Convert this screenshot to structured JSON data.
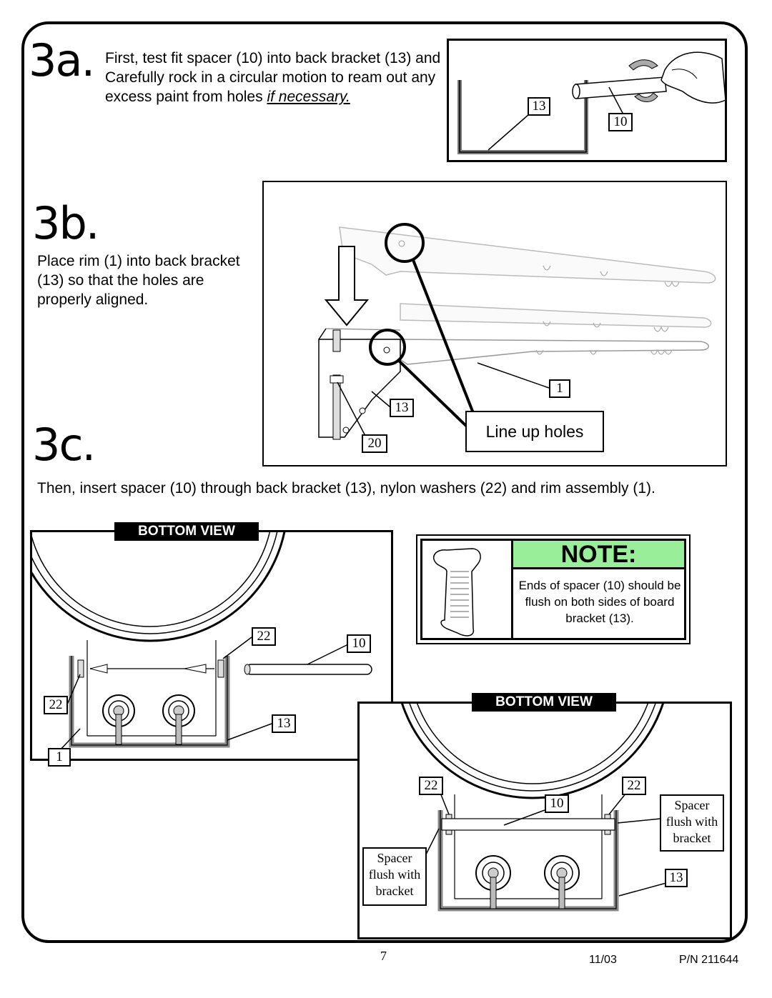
{
  "steps": {
    "a": {
      "label": "3a.",
      "text_main": "First, test fit spacer (10) into back bracket (13) and Carefully rock in a circular motion to ream out any excess paint from holes",
      "text_em": "if necessary."
    },
    "b": {
      "label": "3b.",
      "text": "Place rim (1) into back bracket (13) so that the holes are properly aligned."
    },
    "c": {
      "label": "3c.",
      "text": "Then, insert spacer (10) through back bracket (13), nylon washers (22) and rim assembly (1)."
    }
  },
  "figure_3a": {
    "tag_bracket": "13",
    "tag_spacer": "10"
  },
  "figure_3b": {
    "tag_rim": "1",
    "tag_bracket": "13",
    "tag_bolt": "20",
    "callout": "Line up holes"
  },
  "note": {
    "title": "NOTE:",
    "text": "Ends of spacer (10) should be flush on both sides of board bracket (13).",
    "title_bg": "#99ee99"
  },
  "bottom_view_1": {
    "header": "BOTTOM VIEW",
    "tag_washer_right": "22",
    "tag_spacer": "10",
    "tag_washer_left": "22",
    "tag_bracket": "13",
    "tag_rim": "1"
  },
  "bottom_view_2": {
    "header": "BOTTOM VIEW",
    "tag_washer_left": "22",
    "tag_washer_right": "22",
    "tag_spacer": "10",
    "tag_bracket": "13",
    "callout_right": "Spacer flush with bracket",
    "callout_left": "Spacer flush with bracket"
  },
  "footer": {
    "page": "7",
    "date": "11/03",
    "part_number": "P/N 211644"
  }
}
